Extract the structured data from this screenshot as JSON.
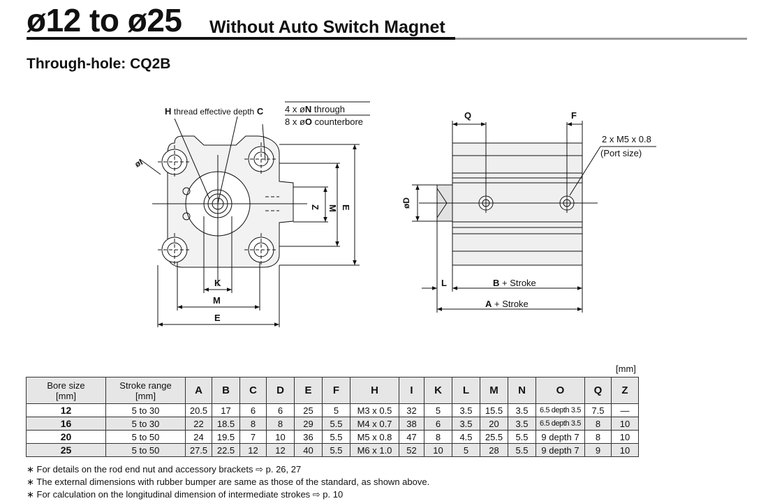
{
  "header": {
    "title": "ø12 to ø25",
    "subtitle": "Without Auto Switch Magnet"
  },
  "section": {
    "title": "Through-hole: CQ2B"
  },
  "drawing": {
    "front": {
      "h_label": "H",
      "h_text": "thread effective depth",
      "c_label": "C",
      "n_line1_pre": "4 x ø",
      "n_line1_b": "N",
      "n_line1_post": "through",
      "o_line2_pre": "8 x ø",
      "o_line2_b": "O",
      "o_line2_post": "counterbore",
      "i_label": "øI",
      "z_label": "Z",
      "m_label": "M",
      "e_label": "E",
      "k_bottom": "K",
      "m_bottom": "M",
      "e_bottom": "E"
    },
    "side": {
      "q_label": "Q",
      "f_label": "F",
      "d_label": "øD",
      "port_line1": "2 x M5 x 0.8",
      "port_line2": "(Port size)",
      "l_label": "L",
      "b_label": "B",
      "b_stroke": "+ Stroke",
      "a_label": "A",
      "a_stroke": "+ Stroke"
    }
  },
  "table": {
    "unit": "[mm]",
    "headers": [
      {
        "l1": "Bore size",
        "l2": "[mm]"
      },
      {
        "l1": "Stroke range",
        "l2": "[mm]"
      },
      {
        "l1": "A"
      },
      {
        "l1": "B"
      },
      {
        "l1": "C"
      },
      {
        "l1": "D"
      },
      {
        "l1": "E"
      },
      {
        "l1": "F"
      },
      {
        "l1": "H"
      },
      {
        "l1": "I"
      },
      {
        "l1": "K"
      },
      {
        "l1": "L"
      },
      {
        "l1": "M"
      },
      {
        "l1": "N"
      },
      {
        "l1": "O"
      },
      {
        "l1": "Q"
      },
      {
        "l1": "Z"
      }
    ],
    "rows": [
      [
        "12",
        "5 to 30",
        "20.5",
        "17",
        "6",
        "6",
        "25",
        "5",
        "M3 x 0.5",
        "32",
        "5",
        "3.5",
        "15.5",
        "3.5",
        "6.5 depth 3.5",
        "7.5",
        "—"
      ],
      [
        "16",
        "5 to 30",
        "22",
        "18.5",
        "8",
        "8",
        "29",
        "5.5",
        "M4 x 0.7",
        "38",
        "6",
        "3.5",
        "20",
        "3.5",
        "6.5 depth 3.5",
        "8",
        "10"
      ],
      [
        "20",
        "5 to 50",
        "24",
        "19.5",
        "7",
        "10",
        "36",
        "5.5",
        "M5 x 0.8",
        "47",
        "8",
        "4.5",
        "25.5",
        "5.5",
        "9 depth 7",
        "8",
        "10"
      ],
      [
        "25",
        "5 to 50",
        "27.5",
        "22.5",
        "12",
        "12",
        "40",
        "5.5",
        "M6 x 1.0",
        "52",
        "10",
        "5",
        "28",
        "5.5",
        "9 depth 7",
        "9",
        "10"
      ]
    ]
  },
  "notes": [
    "∗  For details on the rod end nut and accessory brackets ⇨ p. 26, 27",
    "∗  The external dimensions with rubber bumper are same as those of the standard, as shown above.",
    "∗  For calculation on the longitudinal dimension of intermediate strokes ⇨ p. 10"
  ]
}
